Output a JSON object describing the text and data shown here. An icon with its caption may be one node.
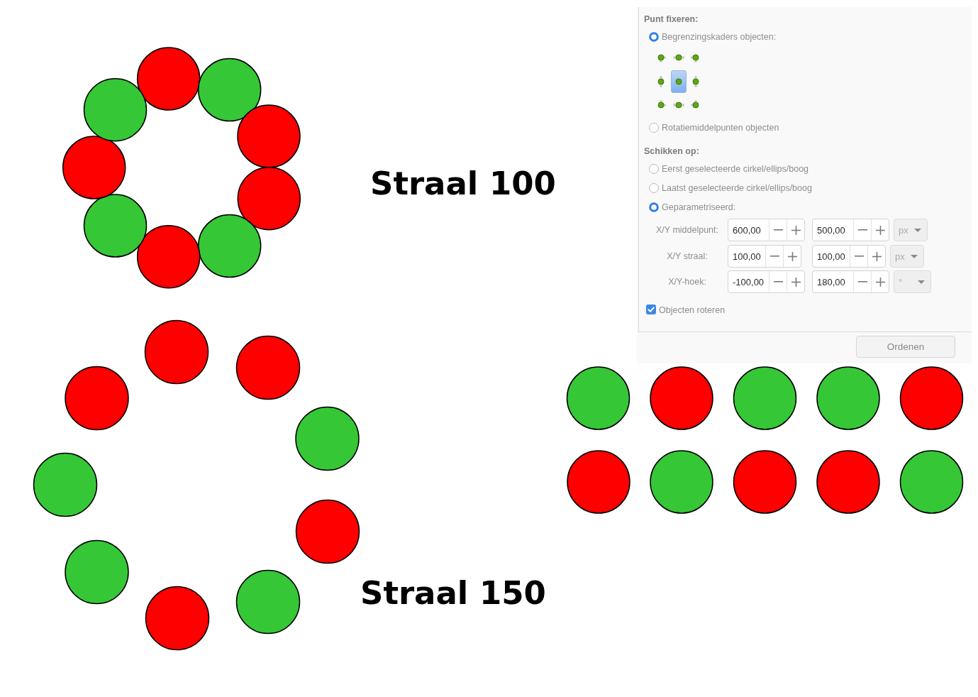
{
  "diagram": {
    "labels": [
      "Straal 100",
      "Punt fixeren:",
      "Begrenzingskaders objecten:",
      "Rotatiemiddelpunten objecten",
      "Schikken op:",
      "Eerst geselecteerde cirkel/ellips/boog",
      "Laatst geselecteerde cirkel/ellips/boog",
      "Geparametriseerd:",
      "X/Y middelpunt:",
      "600,00",
      "500,00",
      "px",
      "X/Y straal:",
      "100,00",
      "100,00",
      "px",
      "X/Y-hoek:",
      "-100,00",
      "180,00",
      "°",
      "Objecten roteren",
      "Ordenen",
      "Straal 150"
    ]
  }
}
